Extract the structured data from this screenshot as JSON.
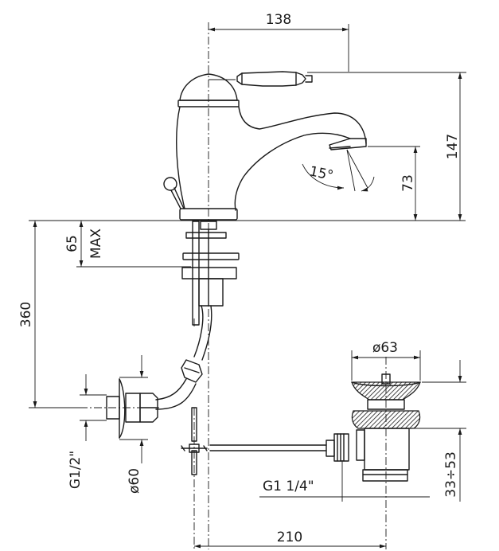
{
  "dimensions": {
    "top_width": "138",
    "spout_height": "147",
    "outlet_height": "73",
    "angle": "15°",
    "below_deck": "65",
    "below_deck_note": "MAX",
    "tail_length": "360",
    "waste_diameter": "ø63",
    "waste_range": "33÷53",
    "rod_thread": "G1 1/4\"",
    "bottom_width": "210",
    "inlet_thread": "G1/2\"",
    "flange_diameter": "ø60"
  }
}
